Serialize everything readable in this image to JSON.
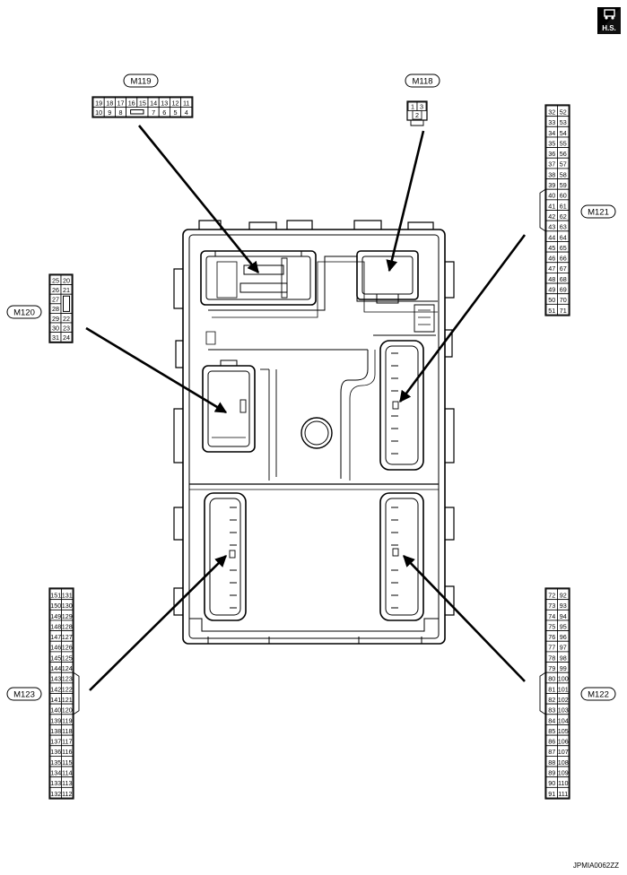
{
  "connectors": {
    "m119": {
      "label": "M119",
      "top_row": [
        "19",
        "18",
        "17",
        "16",
        "15",
        "14",
        "13",
        "12",
        "11"
      ],
      "bottom_row": [
        "10",
        "9",
        "8",
        "",
        "7",
        "6",
        "5",
        "4"
      ]
    },
    "m118": {
      "label": "M118",
      "pins": [
        "1",
        "3",
        "2"
      ]
    },
    "m120": {
      "label": "M120",
      "left_col": [
        "25",
        "26",
        "27",
        "28",
        "29",
        "30",
        "31"
      ],
      "right_col": [
        "20",
        "21",
        "",
        "",
        "22",
        "23",
        "24"
      ]
    },
    "m121": {
      "label": "M121",
      "left_col": [
        "32",
        "33",
        "34",
        "35",
        "36",
        "37",
        "38",
        "39",
        "40",
        "41",
        "42",
        "43",
        "44",
        "45",
        "46",
        "47",
        "48",
        "49",
        "50",
        "51"
      ],
      "right_col": [
        "52",
        "53",
        "54",
        "55",
        "56",
        "57",
        "58",
        "59",
        "60",
        "61",
        "62",
        "63",
        "64",
        "65",
        "66",
        "67",
        "68",
        "69",
        "70",
        "71"
      ]
    },
    "m122": {
      "label": "M122",
      "left_col": [
        "72",
        "73",
        "74",
        "75",
        "76",
        "77",
        "78",
        "79",
        "80",
        "81",
        "82",
        "83",
        "84",
        "85",
        "86",
        "87",
        "88",
        "89",
        "90",
        "91"
      ],
      "right_col": [
        "92",
        "93",
        "94",
        "95",
        "96",
        "97",
        "98",
        "99",
        "100",
        "101",
        "102",
        "103",
        "104",
        "105",
        "106",
        "107",
        "108",
        "109",
        "110",
        "111"
      ]
    },
    "m123": {
      "label": "M123",
      "left_col": [
        "151",
        "150",
        "149",
        "148",
        "147",
        "146",
        "145",
        "144",
        "143",
        "142",
        "141",
        "140",
        "139",
        "138",
        "137",
        "136",
        "135",
        "134",
        "133",
        "132"
      ],
      "right_col": [
        "131",
        "130",
        "129",
        "128",
        "127",
        "126",
        "125",
        "124",
        "123",
        "122",
        "121",
        "120",
        "119",
        "118",
        "117",
        "116",
        "115",
        "114",
        "113",
        "112"
      ]
    }
  },
  "badge": {
    "text": "H.S."
  },
  "footer": {
    "code": "JPMIA0062ZZ"
  }
}
